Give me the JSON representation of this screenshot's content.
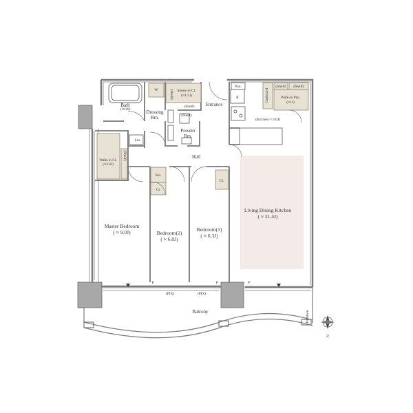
{
  "colors": {
    "wall": "#7a7a7a",
    "wall_dark": "#555555",
    "storage_fill": "#e8e2d4",
    "storage_stroke": "#8c8470",
    "ldk_highlight": "#f4ebe9",
    "column_fill": "#a8a8a8",
    "text": "#333333"
  },
  "rooms": {
    "bath": {
      "name": "Bath",
      "size": "(1616)"
    },
    "dressing": {
      "line1": "Dressing",
      "line2": "Rm."
    },
    "w_mark": "W",
    "shoe_closet": {
      "name": "Shoes-in Cl.",
      "size": "(≈1.5J)"
    },
    "shelf_shoe": "(Shelf)",
    "shelf_shoe_side": "(Shelf)",
    "entrance": "Entrance",
    "pantry": "Pan.",
    "refrigerator": "R",
    "cupboard": "Cupboard",
    "shelf_wic1": "(Shelf)",
    "shelf_wic2": "(Shelf)",
    "walkin_pantry": {
      "name": "Walk-in Pan.",
      "size": "(≈1J)"
    },
    "kitchen": "(Kitchen ≈ 4.0J)",
    "powder": {
      "line1": "Powder",
      "line2": "Rm."
    },
    "shelf_powder": "(Shelf)",
    "linen": "Lin.",
    "walkin_closet": {
      "name": "Walk-in Cl.",
      "size": "(≈3.4J)"
    },
    "shelf_wic_side": "(Shelf)",
    "hall": "Hall",
    "storage_sto": "Sto.",
    "closet_cl1": "Cl.",
    "closet_cl2": "Cl.",
    "master_bedroom": {
      "name": "Master Bedroom",
      "size": "( ≈ 9.0J)"
    },
    "bedroom2": {
      "name": "Bedroom(2)",
      "size": "( ≈ 6.0J)"
    },
    "bedroom1": {
      "name": "Bedroom(1)",
      "size": "( ≈ 6.3J)"
    },
    "ldk": {
      "name": "Living Dining Kitchen",
      "size": "( ≈ 21.4J)"
    },
    "balcony": "Balcony",
    "partition": "Partition",
    "pix_left": "(PIX)",
    "pix_right": "(PIX)",
    "p_mark1": "P",
    "p_mark2": "P",
    "p_mark3": "P"
  },
  "compass": {
    "north_label": "N"
  }
}
